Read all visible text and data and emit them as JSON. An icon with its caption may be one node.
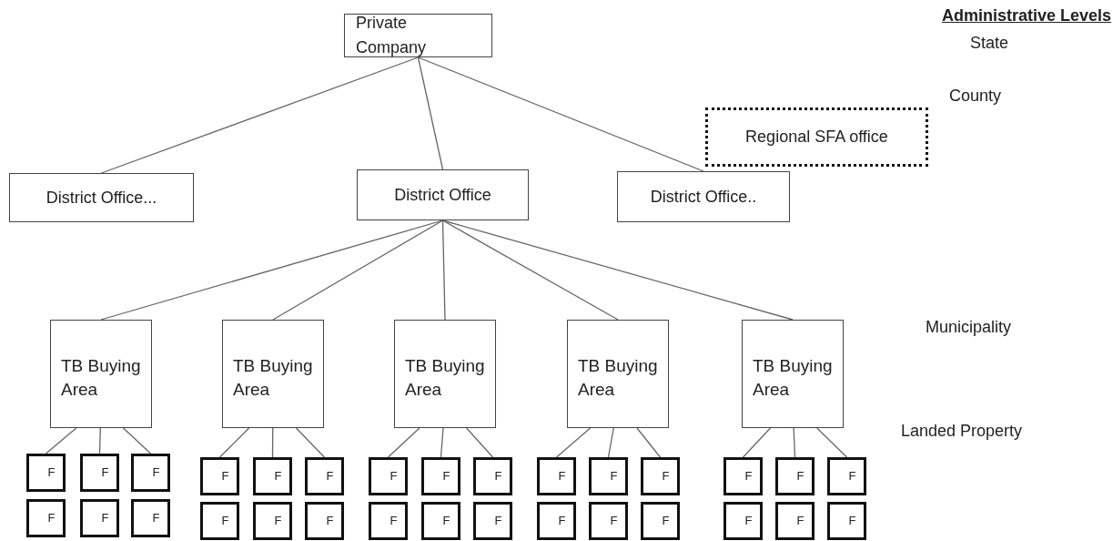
{
  "diagram": {
    "nodes": [
      {
        "text": [
          "Private Company"
        ]
      },
      {
        "text": [
          "District Office..."
        ]
      },
      {
        "text": [
          "District Office"
        ]
      },
      {
        "text": [
          "District Office.."
        ]
      },
      {
        "text": [
          "Regional SFA office"
        ]
      },
      {
        "text": [
          "TB Buying Area"
        ]
      },
      {
        "text": [
          "TB Buying Area"
        ]
      },
      {
        "text": [
          "TB Buying Area"
        ]
      },
      {
        "text": [
          "TB Buying Area"
        ]
      },
      {
        "text": [
          "TB Buying Area"
        ]
      },
      {
        "text": [
          "F"
        ]
      },
      {
        "text": [
          "F"
        ]
      },
      {
        "text": [
          "F"
        ]
      },
      {
        "text": [
          "F"
        ]
      },
      {
        "text": [
          "F"
        ]
      },
      {
        "text": [
          "F"
        ]
      },
      {
        "text": [
          "F"
        ]
      },
      {
        "text": [
          "F"
        ]
      },
      {
        "text": [
          "F"
        ]
      },
      {
        "text": [
          "F"
        ]
      },
      {
        "text": [
          "F"
        ]
      },
      {
        "text": [
          "F"
        ]
      },
      {
        "text": [
          "F"
        ]
      },
      {
        "text": [
          "F"
        ]
      },
      {
        "text": [
          "F"
        ]
      },
      {
        "text": [
          "F"
        ]
      },
      {
        "text": [
          "F"
        ]
      },
      {
        "text": [
          "F"
        ]
      },
      {
        "text": [
          "F"
        ]
      },
      {
        "text": [
          "F"
        ]
      },
      {
        "text": [
          "F"
        ]
      },
      {
        "text": [
          "F"
        ]
      },
      {
        "text": [
          "F"
        ]
      },
      {
        "text": [
          "F"
        ]
      },
      {
        "text": [
          "F"
        ]
      },
      {
        "text": [
          "F"
        ]
      },
      {
        "text": [
          "F"
        ]
      },
      {
        "text": [
          "F"
        ]
      },
      {
        "text": [
          "F"
        ]
      },
      {
        "text": [
          "F"
        ]
      }
    ],
    "edges": [
      {
        "from": 0,
        "to": 1,
        "arrow": "none"
      },
      {
        "from": 0,
        "to": 2,
        "arrow": "none"
      },
      {
        "from": 0,
        "to": 3,
        "arrow": "none"
      },
      {
        "from": 2,
        "to": 5,
        "arrow": "none"
      },
      {
        "from": 2,
        "to": 6,
        "arrow": "none"
      },
      {
        "from": 2,
        "to": 7,
        "arrow": "none"
      },
      {
        "from": 2,
        "to": 8,
        "arrow": "none"
      },
      {
        "from": 2,
        "to": 9,
        "arrow": "none"
      },
      {
        "from": 5,
        "to": 10,
        "arrow": "none"
      },
      {
        "from": 5,
        "to": 11,
        "arrow": "none"
      },
      {
        "from": 5,
        "to": 12,
        "arrow": "none"
      },
      {
        "from": 6,
        "to": 16,
        "arrow": "none"
      },
      {
        "from": 6,
        "to": 17,
        "arrow": "none"
      },
      {
        "from": 6,
        "to": 18,
        "arrow": "none"
      },
      {
        "from": 7,
        "to": 22,
        "arrow": "none"
      },
      {
        "from": 7,
        "to": 23,
        "arrow": "none"
      },
      {
        "from": 7,
        "to": 24,
        "arrow": "none"
      },
      {
        "from": 8,
        "to": 28,
        "arrow": "none"
      },
      {
        "from": 8,
        "to": 29,
        "arrow": "none"
      },
      {
        "from": 8,
        "to": 30,
        "arrow": "none"
      },
      {
        "from": 9,
        "to": 34,
        "arrow": "none"
      },
      {
        "from": 9,
        "to": 35,
        "arrow": "none"
      },
      {
        "from": 9,
        "to": 36,
        "arrow": "none"
      }
    ],
    "labels": [
      "Administrative Levels",
      "State",
      "County",
      "Municipality",
      "Landed Property"
    ]
  }
}
